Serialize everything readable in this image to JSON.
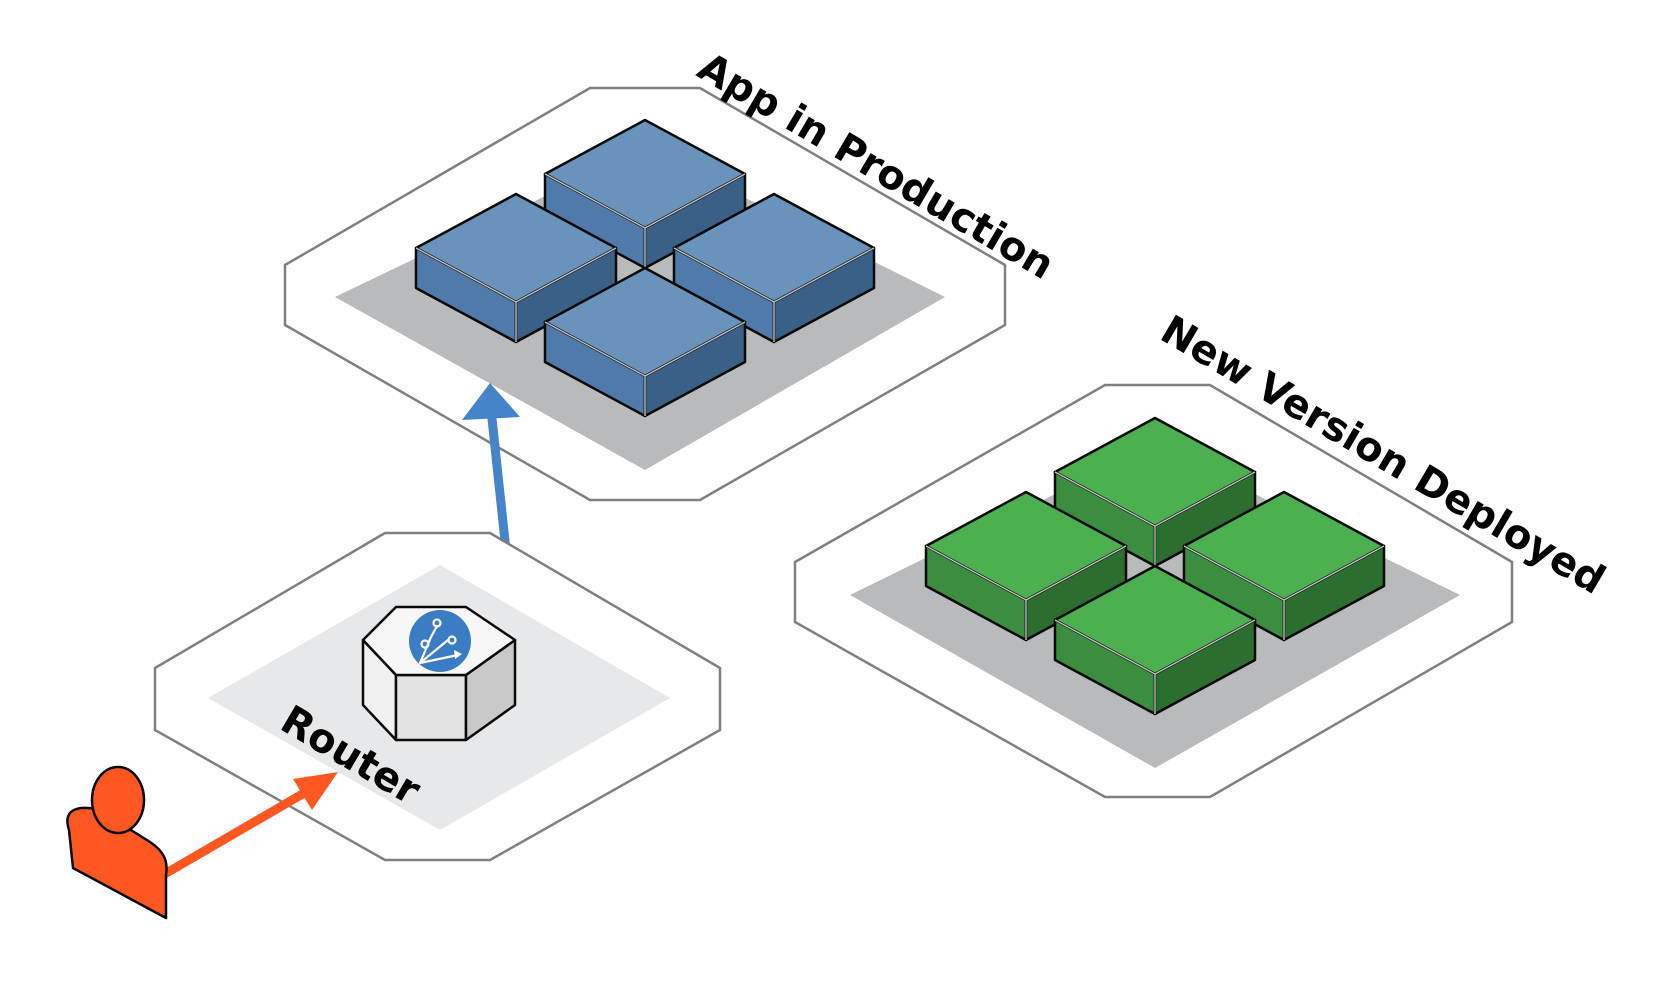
{
  "labels": {
    "production_zone": "App in Production",
    "new_version_zone": "New Version Deployed",
    "router_zone": "Router"
  },
  "icons": {
    "router": "router-fanout-icon",
    "user": "user-icon",
    "production_box": "server-box-icon",
    "new_version_box": "server-box-icon"
  },
  "colors": {
    "production_top": "#6993bb",
    "production_left": "#4f7aaa",
    "production_right": "#3a6088",
    "new_version_top": "#4cb050",
    "new_version_left": "#3b8d3f",
    "new_version_right": "#2c6e2f",
    "router_icon_fill": "#3b7dc4",
    "user_fill": "#ff5722",
    "traffic_arrow_to_production": "#4584c8",
    "traffic_arrow_to_router": "#ff5722"
  }
}
